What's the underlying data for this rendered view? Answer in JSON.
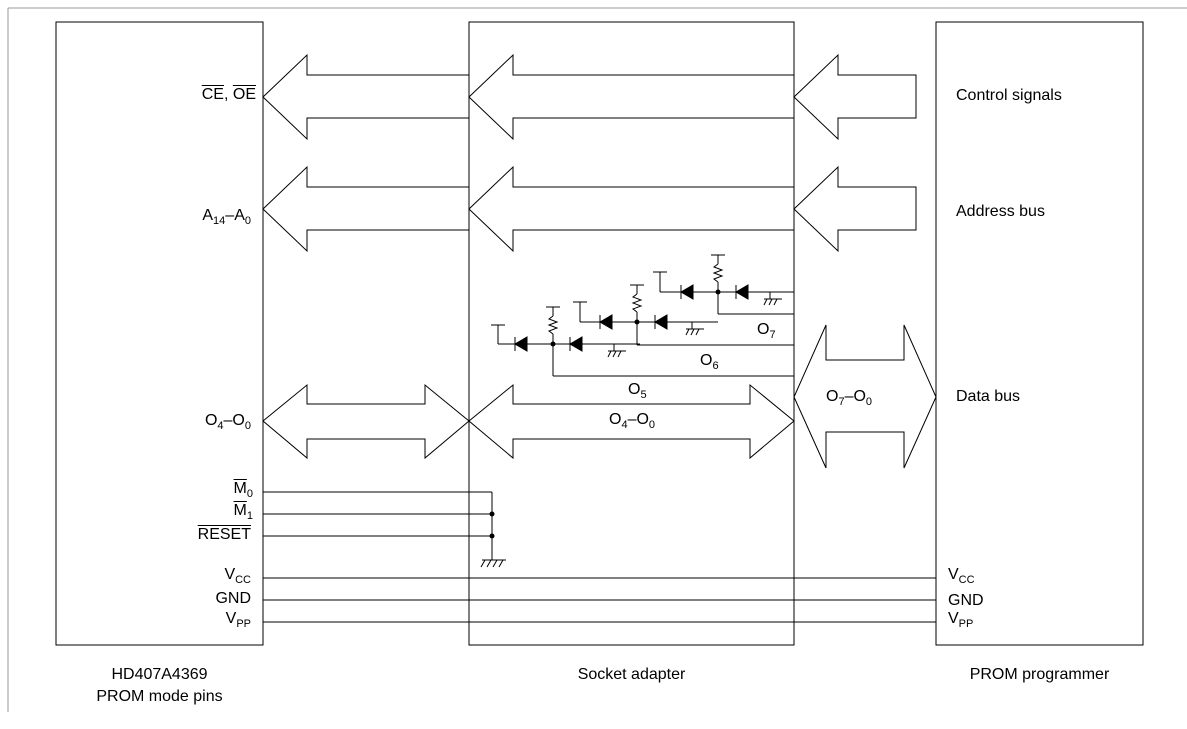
{
  "blocks": {
    "mcu": {
      "line1": "HD407A4369",
      "line2": "PROM mode pins"
    },
    "adapter": {
      "label": "Socket adapter"
    },
    "programmer": {
      "label": "PROM programmer"
    }
  },
  "left_pins": {
    "ce": "CE",
    "oe_sep": ", ",
    "oe": "OE",
    "addr_a": "A",
    "addr_a_sub": "14",
    "addr_dash": "–A",
    "addr_b_sub": "0",
    "data_o": "O",
    "data_o_sub": "4",
    "data_dash": "–O",
    "data_o2_sub": "0",
    "m0": "M",
    "m0_sub": "0",
    "m1": "M",
    "m1_sub": "1",
    "reset": "RESET",
    "vcc": "V",
    "vcc_sub": "CC",
    "gnd": "GND",
    "vpp": "V",
    "vpp_sub": "PP"
  },
  "adapter_labels": {
    "o7": "O",
    "o7_sub": "7",
    "o6": "O",
    "o6_sub": "6",
    "o5": "O",
    "o5_sub": "5",
    "o4": "O",
    "o4_sub": "4",
    "o4_dash": "–O",
    "o0_sub": "0"
  },
  "bus_labels": {
    "o7": "O",
    "o7_sub": "7",
    "dash": "–O",
    "o0_sub": "0"
  },
  "right_labels": {
    "control": "Control signals",
    "address": "Address bus",
    "data": "Data bus",
    "vcc": "V",
    "vcc_sub": "CC",
    "gnd": "GND",
    "vpp": "V",
    "vpp_sub": "PP"
  }
}
